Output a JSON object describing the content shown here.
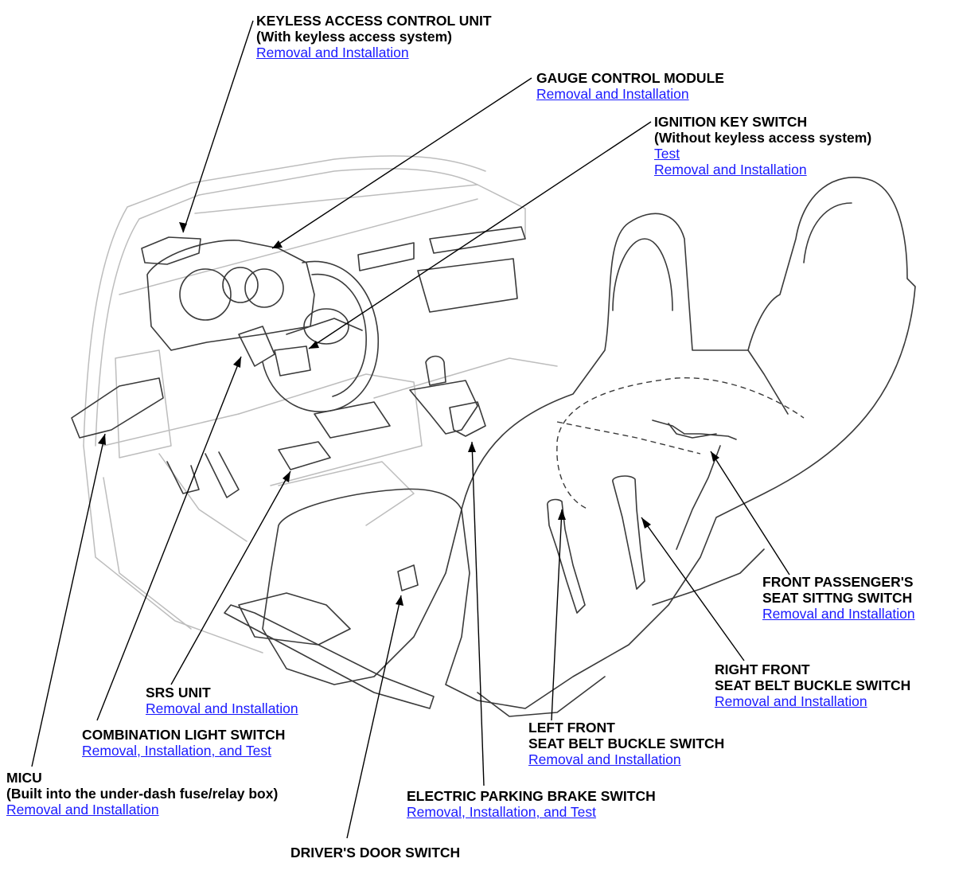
{
  "colors": {
    "link": "#1a1aff",
    "line": "#000000",
    "sketch": "#bdbdbd"
  },
  "callouts": {
    "keyless": {
      "title1": "KEYLESS ACCESS CONTROL UNIT",
      "title2": "(With keyless access system)",
      "link1": "Removal and Installation"
    },
    "gauge": {
      "title1": "GAUGE CONTROL MODULE",
      "link1": "Removal and Installation"
    },
    "ignition": {
      "title1": "IGNITION KEY SWITCH",
      "title2": "(Without keyless access system)",
      "link1": "Test",
      "link2": "Removal and Installation"
    },
    "passenger_seat": {
      "title1": "FRONT PASSENGER'S",
      "title2": "SEAT SITTNG SWITCH",
      "link1": "Removal and Installation"
    },
    "right_buckle": {
      "title1": "RIGHT FRONT",
      "title2": "SEAT BELT BUCKLE SWITCH",
      "link1": "Removal and Installation"
    },
    "left_buckle": {
      "title1": "LEFT FRONT",
      "title2": "SEAT BELT BUCKLE SWITCH",
      "link1": "Removal and Installation"
    },
    "srs": {
      "title1": "SRS UNIT",
      "link1": "Removal and Installation"
    },
    "combination": {
      "title1": "COMBINATION LIGHT SWITCH",
      "link1": "Removal, Installation, and Test"
    },
    "micu": {
      "title1": "MICU",
      "title2": "(Built into the under-dash fuse/relay box)",
      "link1": "Removal and Installation"
    },
    "parking_brake": {
      "title1": "ELECTRIC PARKING BRAKE SWITCH",
      "link1": "Removal, Installation, and Test"
    },
    "door_switch": {
      "title1": "DRIVER'S DOOR SWITCH"
    }
  }
}
